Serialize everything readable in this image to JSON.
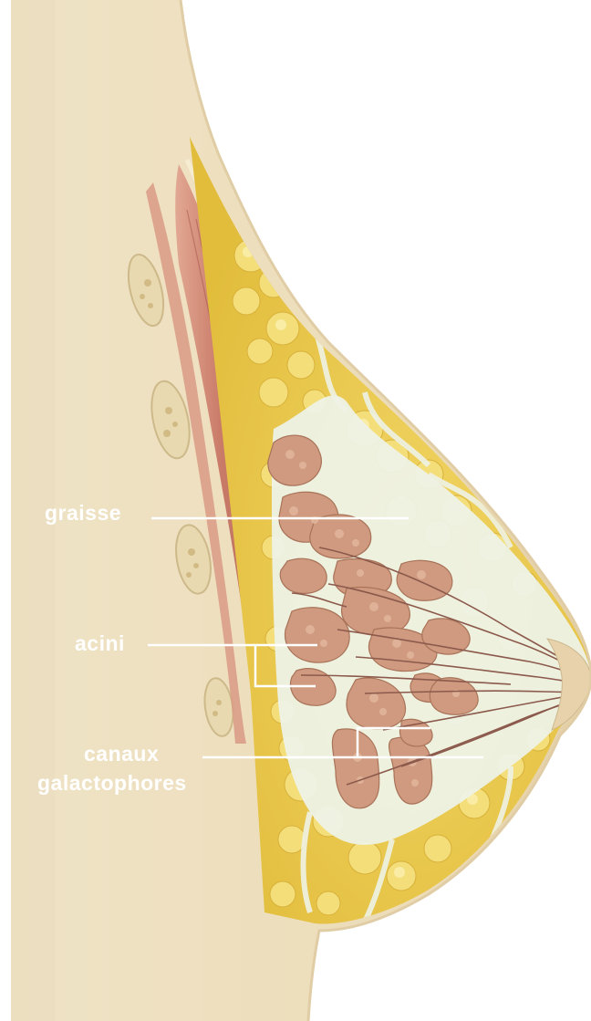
{
  "labels": {
    "fat": "graisse",
    "acini": "acini",
    "ducts_line1": "canaux",
    "ducts_line2": "galactophores"
  },
  "colors": {
    "background": "#ffffff",
    "skin": "#efe1c2",
    "skin_shade": "#e6d3ac",
    "fat_base": "#e9c84a",
    "fat_lobule": "#f4de7a",
    "fat_highlight": "#fbefb0",
    "muscle": "#c97b68",
    "muscle_dark": "#a8574a",
    "gland": "#cf9a80",
    "gland_highlight": "#e2b79d",
    "stroma": "#eef2e6",
    "duct": "#8c5a4c",
    "rib": "#e8d9b0",
    "label_text": "#ffffff",
    "leader_line": "#ffffff"
  },
  "icons": [
    "breast-anatomy-illustration"
  ]
}
